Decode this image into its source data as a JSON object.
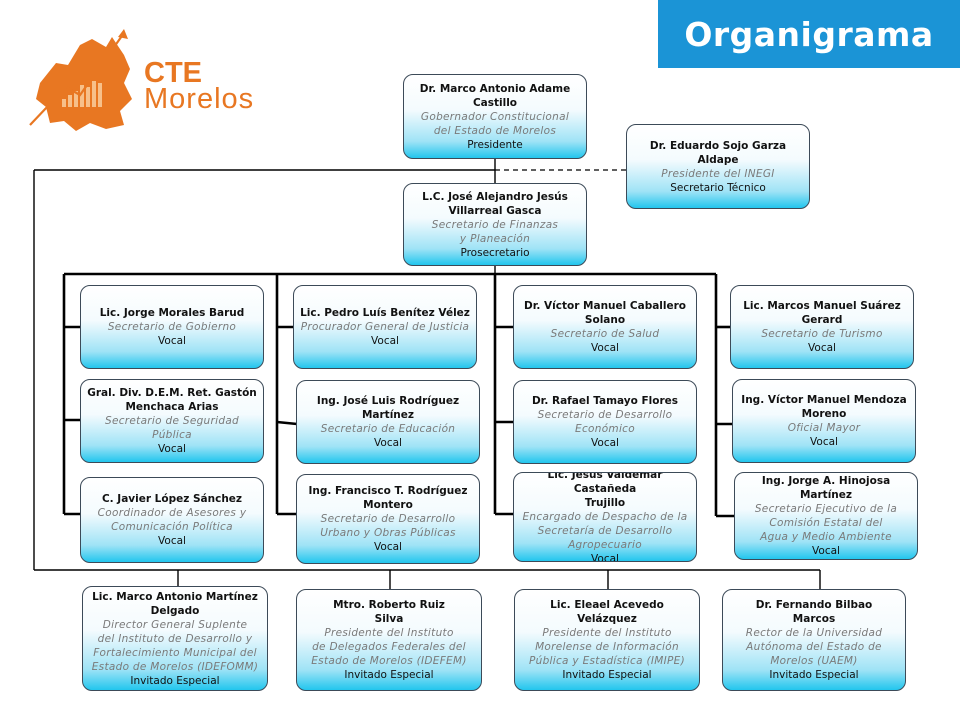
{
  "title": "Organigrama",
  "logo": {
    "line1": "CTE",
    "line2": "Morelos",
    "accent": "#e87722"
  },
  "colors": {
    "banner": "#1b94d6",
    "box_bottom": "#22c6ee",
    "line": "#000000"
  },
  "members": {
    "presidente": {
      "name": [
        "Dr. Marco Antonio Adame",
        "Castillo"
      ],
      "position": [
        "Gobernador Constitucional",
        "del Estado de Morelos"
      ],
      "role": "Presidente"
    },
    "secretario": {
      "name": [
        "Dr. Eduardo Sojo Garza Aldape"
      ],
      "position": [
        "Presidente del INEGI"
      ],
      "role": "Secretario Técnico"
    },
    "prosecretario": {
      "name": [
        "L.C. José Alejandro Jesús",
        "Villarreal Gasca"
      ],
      "position": [
        "Secretario de Finanzas",
        "y Planeación"
      ],
      "role": "Prosecretario"
    },
    "v1": {
      "name": [
        "Lic. Jorge Morales Barud"
      ],
      "position": [
        "Secretario de Gobierno"
      ],
      "role": "Vocal"
    },
    "v2": {
      "name": [
        "Gral. Div. D.E.M. Ret. Gastón",
        "Menchaca Arias"
      ],
      "position": [
        "Secretario de Seguridad",
        "Pública"
      ],
      "role": "Vocal"
    },
    "v3": {
      "name": [
        "C. Javier López Sánchez"
      ],
      "position": [
        "Coordinador de Asesores y",
        "Comunicación Política"
      ],
      "role": "Vocal"
    },
    "v4": {
      "name": [
        "Lic. Pedro Luís Benítez Vélez"
      ],
      "position": [
        "Procurador General de Justicia"
      ],
      "role": "Vocal"
    },
    "v5": {
      "name": [
        "Ing. José Luis Rodríguez",
        "Martínez"
      ],
      "position": [
        "Secretario de Educación"
      ],
      "role": "Vocal"
    },
    "v6": {
      "name": [
        "Ing. Francisco T. Rodríguez",
        "Montero"
      ],
      "position": [
        "Secretario de Desarrollo",
        "Urbano y Obras Públicas"
      ],
      "role": "Vocal"
    },
    "v7": {
      "name": [
        "Dr. Víctor Manuel Caballero",
        "Solano"
      ],
      "position": [
        "Secretario de Salud"
      ],
      "role": "Vocal"
    },
    "v8": {
      "name": [
        "Dr. Rafael Tamayo Flores"
      ],
      "position": [
        "Secretario de Desarrollo",
        "Económico"
      ],
      "role": "Vocal"
    },
    "v9": {
      "name": [
        "Lic. Jesús Valdemar Castañeda",
        "Trujillo"
      ],
      "position": [
        "Encargado de Despacho de la",
        "Secretaría de Desarrollo",
        "Agropecuario"
      ],
      "role": "Vocal"
    },
    "v10": {
      "name": [
        "Lic. Marcos Manuel Suárez",
        "Gerard"
      ],
      "position": [
        "Secretario de Turismo"
      ],
      "role": "Vocal"
    },
    "v11": {
      "name": [
        "Ing. Víctor Manuel Mendoza",
        "Moreno"
      ],
      "position": [
        "Oficial Mayor"
      ],
      "role": "Vocal"
    },
    "v12": {
      "name": [
        "Ing. Jorge A. Hinojosa Martínez"
      ],
      "position": [
        "Secretario Ejecutivo de la",
        "Comisión Estatal del",
        "Agua y Medio Ambiente"
      ],
      "role": "Vocal"
    },
    "i1": {
      "name": [
        "Lic. Marco Antonio Martínez",
        "Delgado"
      ],
      "position": [
        "Director General Suplente",
        "del Instituto de Desarrollo y",
        "Fortalecimiento Municipal del",
        "Estado de Morelos (IDEFOMM)"
      ],
      "role": "Invitado Especial"
    },
    "i2": {
      "name": [
        "Mtro. Roberto Ruiz",
        "Silva"
      ],
      "position": [
        "Presidente del Instituto",
        "de Delegados Federales del",
        "Estado de Morelos (IDEFEM)"
      ],
      "role": "Invitado Especial"
    },
    "i3": {
      "name": [
        "Lic. Eleael Acevedo",
        "Velázquez"
      ],
      "position": [
        "Presidente del Instituto",
        "Morelense de Información",
        "Pública y Estadística (IMIPE)"
      ],
      "role": "Invitado Especial"
    },
    "i4": {
      "name": [
        "Dr. Fernando Bilbao",
        "Marcos"
      ],
      "position": [
        "Rector de la Universidad",
        "Autónoma del Estado de",
        "Morelos (UAEM)"
      ],
      "role": "Invitado Especial"
    }
  }
}
